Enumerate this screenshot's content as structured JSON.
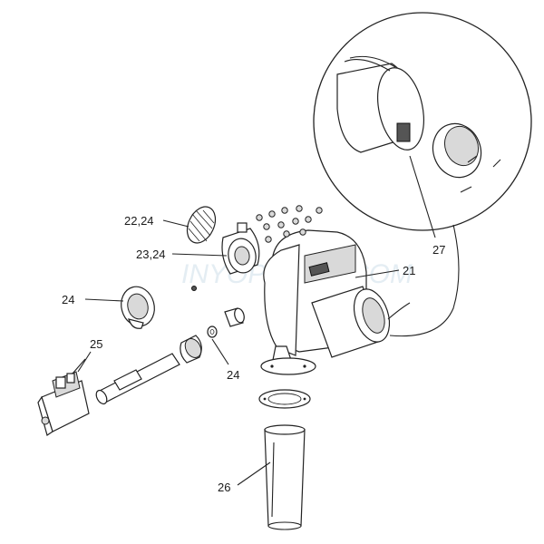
{
  "watermark": "INYOPOOLS.COM",
  "callouts": {
    "p21": "21",
    "p22_24": "22,24",
    "p23_24": "23,24",
    "p24_cap": "24",
    "p24_fitting": "24",
    "p25": "25",
    "p26": "26",
    "p27": "27"
  }
}
